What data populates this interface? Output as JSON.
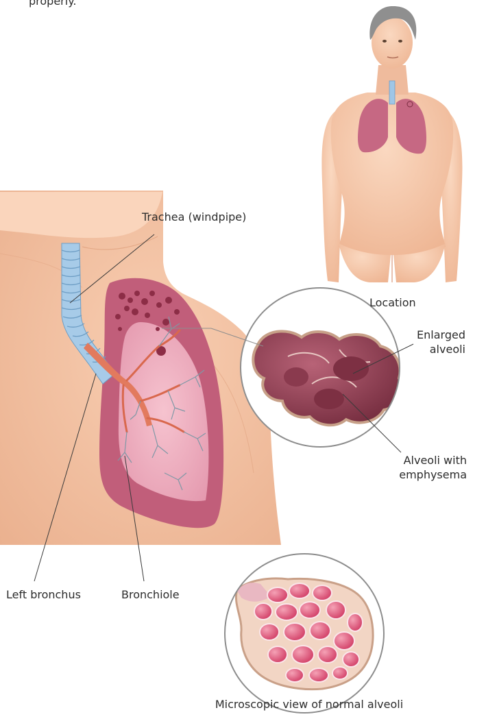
{
  "intro_fragment": "properly.",
  "labels": {
    "trachea": "Trachea (windpipe)",
    "location": "Location",
    "enlarged_alveoli_line1": "Enlarged",
    "enlarged_alveoli_line2": "alveoli",
    "alveoli_emphysema_line1": "Alveoli with",
    "alveoli_emphysema_line2": "emphysema",
    "left_bronchus": "Left bronchus",
    "bronchiole": "Bronchiole",
    "normal_view": "Microscopic view of normal alveoli"
  },
  "colors": {
    "skin": "#f6c9aa",
    "skin_shadow": "#eab08e",
    "lung": "#c96a84",
    "lung_inner": "#f1b6c3",
    "trachea": "#9fc6e6",
    "bronchus": "#e07a5f",
    "alveoli_diseased": "#8a3b4f",
    "alveoli_normal": "#d9466c",
    "hair": "#8c8c8c"
  }
}
